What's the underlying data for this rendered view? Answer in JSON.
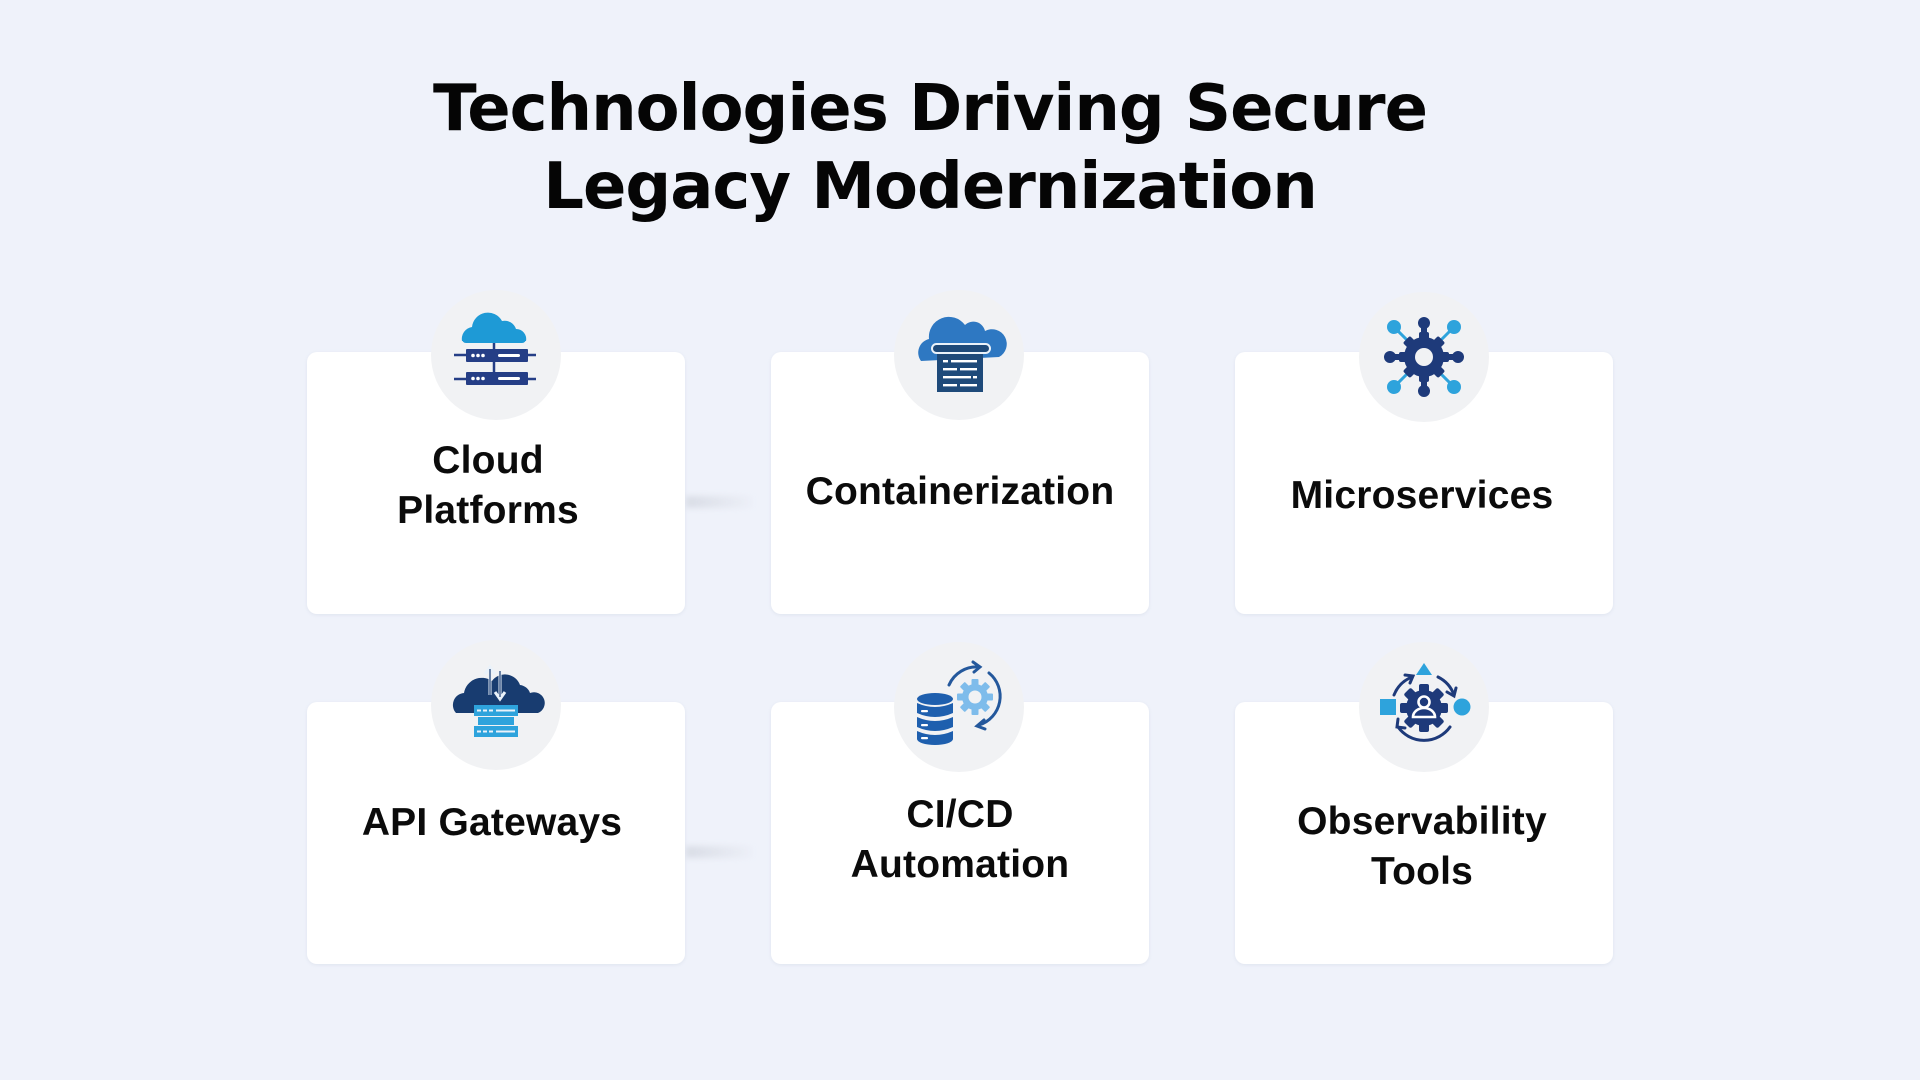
{
  "title": {
    "line1": "Technologies Driving Secure",
    "line2": "Legacy Modernization"
  },
  "colors": {
    "background": "#EFF2FA",
    "card": "#FFFFFF",
    "icon_circle": "#F1F2F4",
    "dark_blue": "#1E3A7A",
    "mid_blue": "#2E78C2",
    "light_blue": "#2EA3DC",
    "pale_blue": "#7EBCEB"
  },
  "cards": [
    {
      "icon": "cloud-server-icon",
      "label_lines": [
        "Cloud",
        "Platforms"
      ]
    },
    {
      "icon": "cloud-container-icon",
      "label_lines": [
        "Containerization"
      ]
    },
    {
      "icon": "microservices-network-icon",
      "label_lines": [
        "Microservices"
      ]
    },
    {
      "icon": "api-gateway-cloud-icon",
      "label_lines": [
        "API Gateways"
      ]
    },
    {
      "icon": "database-sync-gear-icon",
      "label_lines": [
        "CI/CD",
        "Automation"
      ]
    },
    {
      "icon": "observability-gear-user-icon",
      "label_lines": [
        "Observability",
        "Tools"
      ]
    }
  ]
}
